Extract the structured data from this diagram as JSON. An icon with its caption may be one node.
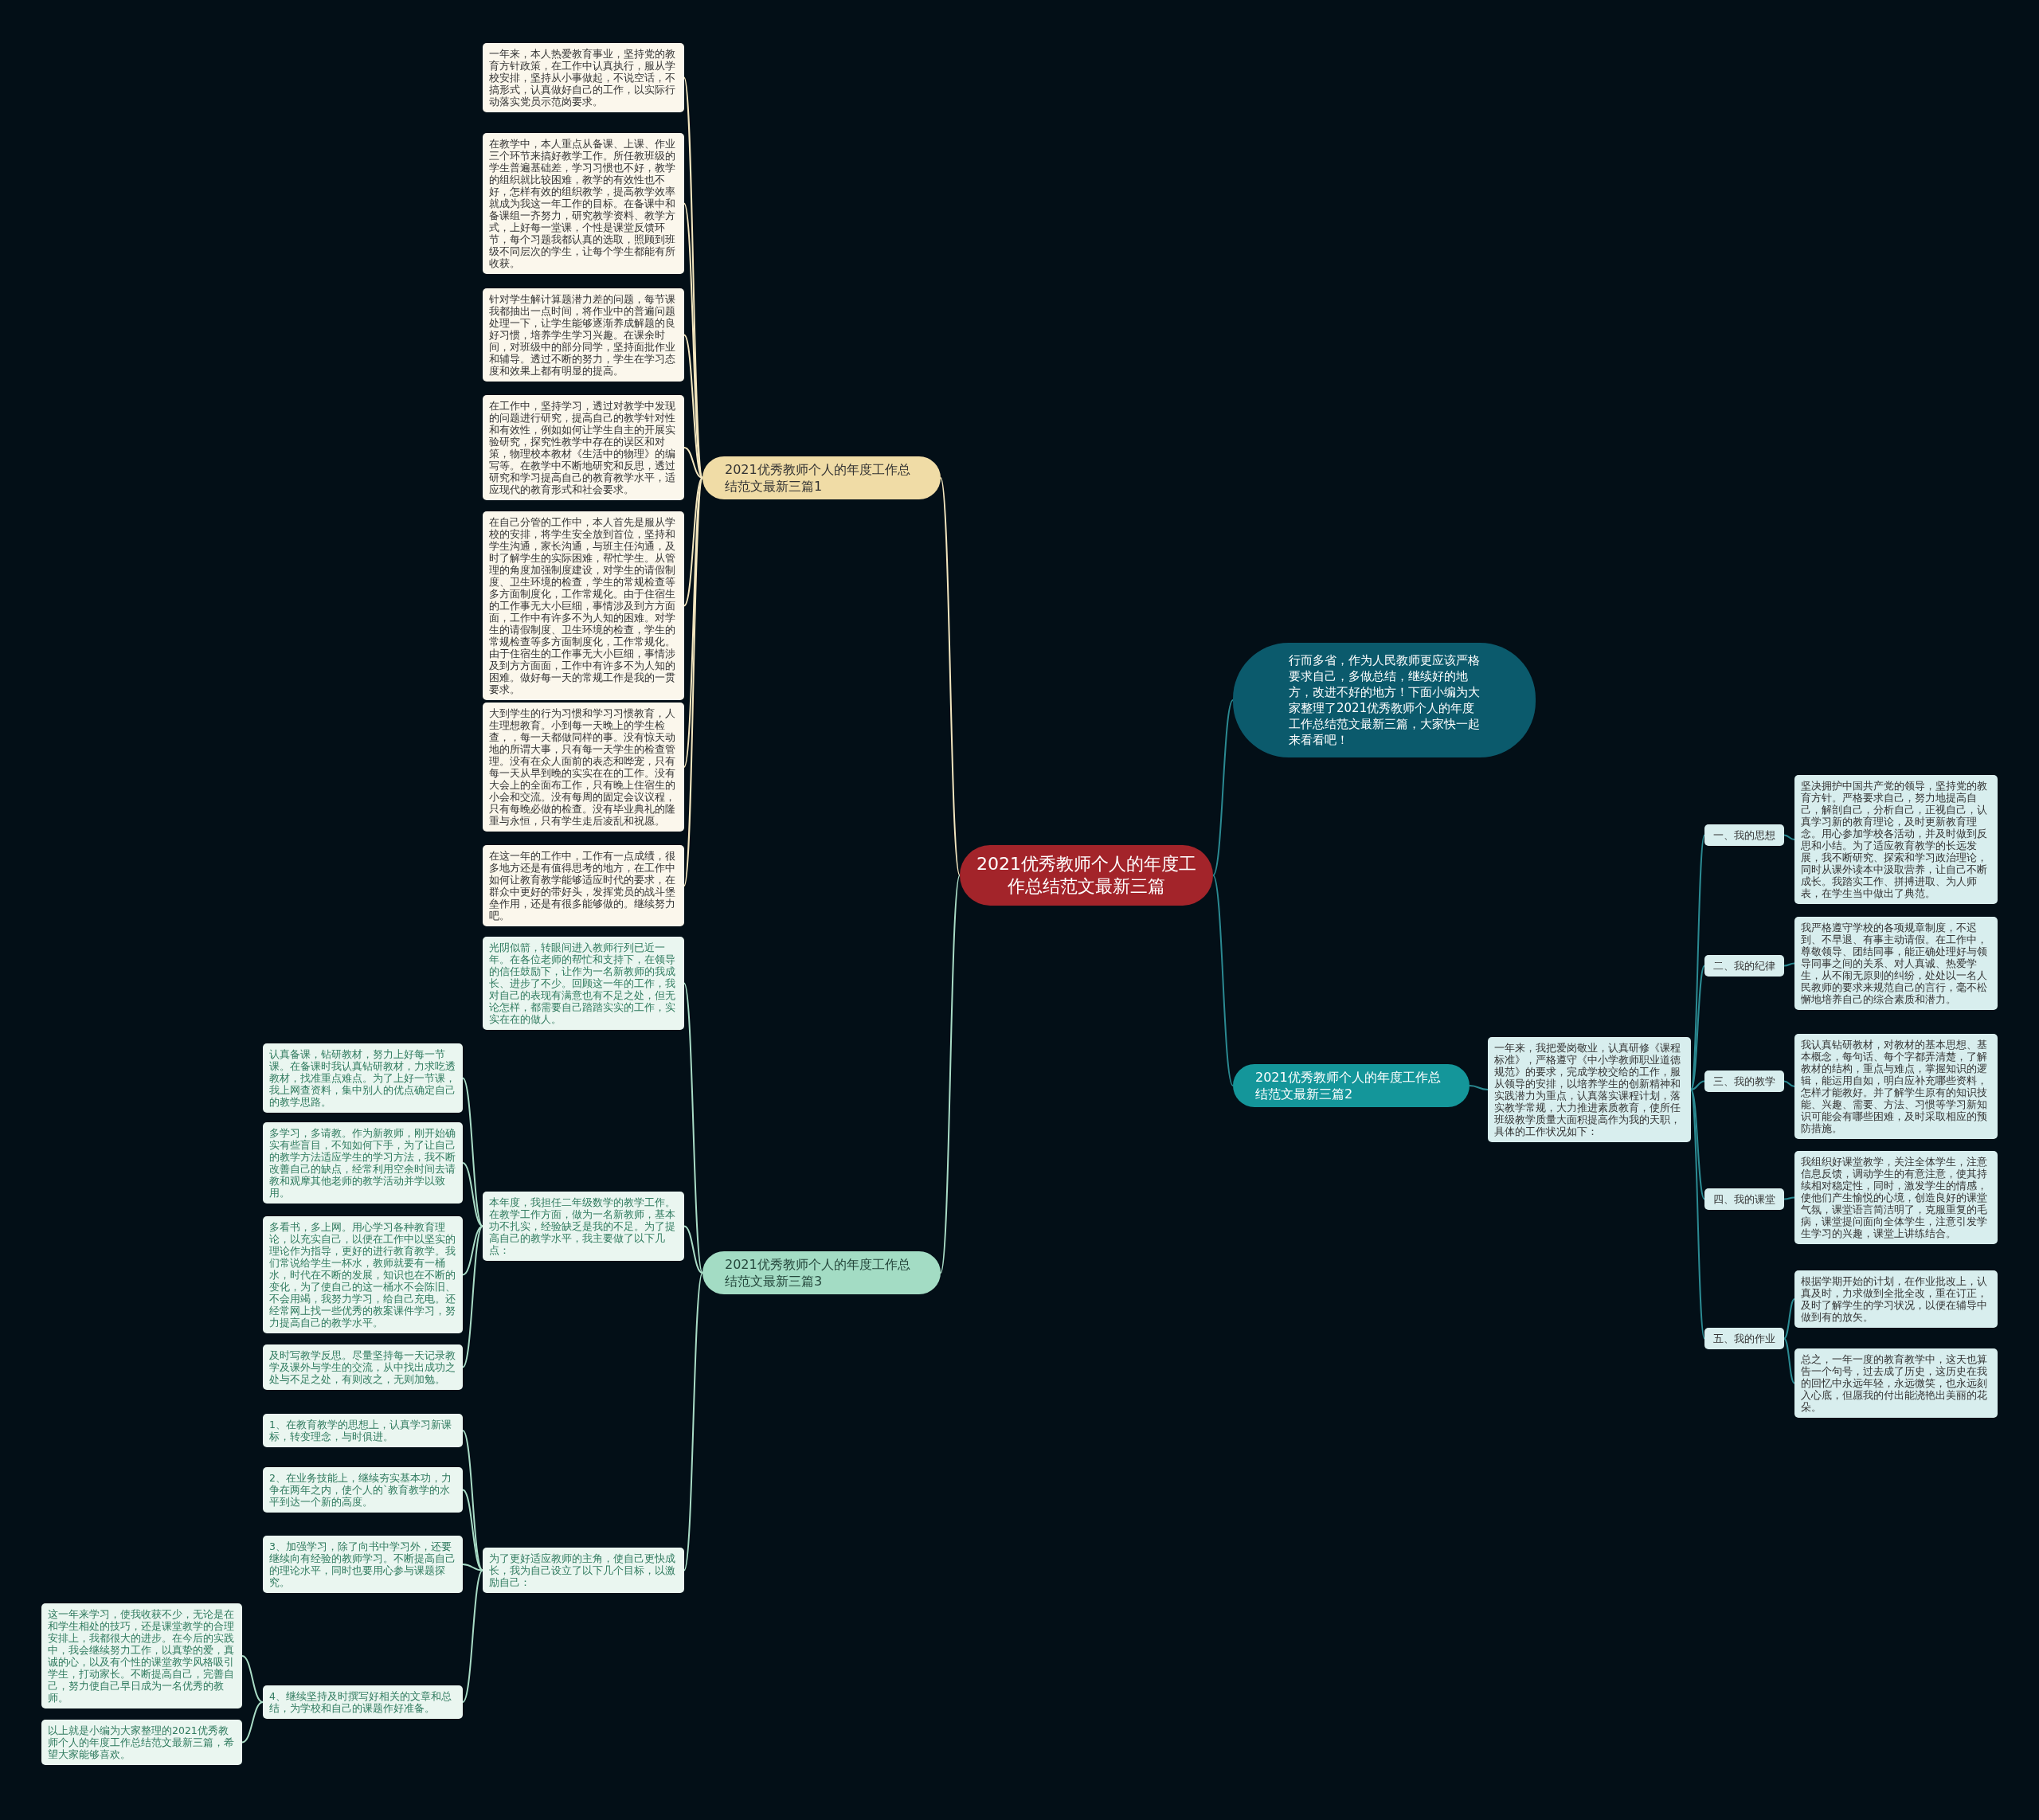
{
  "diagram": {
    "nodes": [
      {
        "text": [
          "2021优秀教师个人的年度工作总结范文最新三篇"
        ]
      },
      {
        "text": [
          "行而多省，作为人民教师更应该严格要求自己，多做总结，继续好的地方，改进不好的地方！下面小编为大家整理了2021优秀教师个人的年度工作总结范文最新三篇，大家快一起来看看吧！"
        ]
      },
      {
        "text": [
          "2021优秀教师个人的年度工作总结范文最新三篇1"
        ]
      },
      {
        "text": [
          "一年来，本人热爱教育事业，坚持党的教育方针政策，在工作中认真执行，服从学校安排，坚持从小事做起，不说空话，不搞形式，认真做好自己的工作，以实际行动落实党员示范岗要求。"
        ]
      },
      {
        "text": [
          "在教学中，本人重点从备课、上课、作业三个环节来搞好教学工作。所任教班级的学生普遍基础差，学习习惯也不好，教学的组织就比较困难，教学的有效性也不好，怎样有效的组织教学，提高教学效率就成为我这一年工作的目标。在备课中和备课组一齐努力，研究教学资料、教学方式，上好每一堂课，个性是课堂反馈环节，每个习题我都认真的选取，照顾到班级不同层次的学生，让每个学生都能有所收获。"
        ]
      },
      {
        "text": [
          "针对学生解计算题潜力差的问题，每节课我都抽出一点时间，将作业中的普遍问题处理一下，让学生能够逐渐养成解题的良好习惯，培养学生学习兴趣。在课余时间，对班级中的部分同学，坚持面批作业和辅导。透过不断的努力，学生在学习态度和效果上都有明显的提高。"
        ]
      },
      {
        "text": [
          "在工作中，坚持学习，透过对教学中发现的问题进行研究，提高自己的教学针对性和有效性，例如如何让学生自主的开展实验研究，探究性教学中存在的误区和对策，物理校本教材《生活中的物理》的编写等。在教学中不断地研究和反思，透过研究和学习提高自己的教育教学水平，适应现代的教育形式和社会要求。"
        ]
      },
      {
        "text": [
          "在自己分管的工作中，本人首先是服从学校的安排，将学生安全放到首位，坚持和学生沟通，家长沟通，与班主任沟通，及时了解学生的实际困难，帮忙学生。从管理的角度加强制度建设，对学生的请假制度、卫生环境的检查，学生的常规检查等多方面制度化，工作常规化。由于住宿生的工作事无大小巨细，事情涉及到方方面面，工作中有许多不为人知的困难。对学生的请假制度、卫生环境的检查，学生的常规检查等多方面制度化，工作常规化。由于住宿生的工作事无大小巨细，事情涉及到方方面面，工作中有许多不为人知的困难。做好每一天的常规工作是我的一贯要求。"
        ]
      },
      {
        "text": [
          "大到学生的行为习惯和学习习惯教育，人生理想教育。小到每一天晚上的学生检查，，每一天都做同样的事。没有惊天动地的所谓大事，只有每一天学生的检查管理。没有在众人面前的表态和哗宠，只有每一天从早到晚的实实在在的工作。没有大会上的全面布工作，只有晚上住宿生的小会和交流。没有每周的固定会议议程，只有每晚必做的检查。没有毕业典礼的隆重与永恒，只有学生走后凌乱和祝愿。"
        ]
      },
      {
        "text": [
          "在这一年的工作中，工作有一点成绩，很多地方还是有值得思考的地方，在工作中如何让教育教学能够适应时代的要求，在群众中更好的带好头，发挥党员的战斗堡垒作用，还是有很多能够做的。继续努力吧。"
        ]
      },
      {
        "text": [
          "2021优秀教师个人的年度工作总结范文最新三篇2"
        ]
      },
      {
        "text": [
          "一年来，我把爱岗敬业，认真研修《课程标准》，严格遵守《中小学教师职业道德规范》的要求，完成学校交给的工作，服从领导的安排，以培养学生的创新精神和实践潜力为重点，认真落实课程计划，落实教学常规，大力推进素质教育，使所任班级教学质量大面积提高作为我的天职，具体的工作状况如下："
        ]
      },
      {
        "text": [
          "一、我的思想"
        ]
      },
      {
        "text": [
          "坚决拥护中国共产党的领导，坚持党的教育方针。严格要求自己，努力地提高自己，解剖自己，分析自己，正视自己，认真学习新的教育理论，及时更新教育理念。用心参加学校各活动，并及时做到反思和小结。为了适应教育教学的长远发展，我不断研究、探索和学习政治理论，同时从课外读本中汲取营养，让自己不断成长。我踏实工作、拼搏进取、为人师表，在学生当中做出了典范。"
        ]
      },
      {
        "text": [
          "二、我的纪律"
        ]
      },
      {
        "text": [
          "我严格遵守学校的各项规章制度，不迟到、不早退、有事主动请假。在工作中，尊敬领导、团结同事，能正确处理好与领导同事之间的关系、对人真诚、热爱学生，从不闹无原则的纠纷，处处以一名人民教师的要求来规范自己的言行，毫不松懈地培养自己的综合素质和潜力。"
        ]
      },
      {
        "text": [
          "三、我的教学"
        ]
      },
      {
        "text": [
          "我认真钻研教材，对教材的基本思想、基本概念，每句话、每个字都弄清楚，了解教材的结构，重点与难点，掌握知识的逻辑，能运用自如，明白应补充哪些资料，怎样才能教好。并了解学生原有的知识技能、兴趣、需要、方法、习惯等学习新知识可能会有哪些困难，及时采取相应的预防措施。"
        ]
      },
      {
        "text": [
          "四、我的课堂"
        ]
      },
      {
        "text": [
          "我组织好课堂教学，关注全体学生，注意信息反馈，调动学生的有意注意，使其持续相对稳定性，同时，激发学生的情感，使他们产生愉悦的心境，创造良好的课堂气氛，课堂语言简洁明了，克服重复的毛病，课堂提问面向全体学生，注意引发学生学习的兴趣，课堂上讲练结合。"
        ]
      },
      {
        "text": [
          "五、我的作业"
        ]
      },
      {
        "text": [
          "根据学期开始的计划，在作业批改上，认真及时，力求做到全批全改，重在订正，及时了解学生的学习状况，以便在辅导中做到有的放矢。"
        ]
      },
      {
        "text": [
          "总之，一年一度的教育教学中，这天也算告一个句号，过去成了历史，这历史在我的回忆中永远年轻，永远微笑，也永远刻入心底，但愿我的付出能浇艳出美丽的花朵。"
        ]
      },
      {
        "text": [
          "2021优秀教师个人的年度工作总结范文最新三篇3"
        ]
      },
      {
        "text": [
          "光阴似箭，转眼间进入教师行列已近一年。在各位老师的帮忙和支持下，在领导的信任鼓励下，让作为一名新教师的我成长、进步了不少。回顾这一年的工作，我对自己的表现有满意也有不足之处，但无论怎样，都需要自己踏踏实实的工作，实实在在的做人。"
        ]
      },
      {
        "text": [
          "本年度，我担任二年级数学的教学工作。在教学工作方面，做为一名新教师，基本功不扎实，经验缺乏是我的不足。为了提高自己的教学水平，我主要做了以下几点："
        ]
      },
      {
        "text": [
          "认真备课，钻研教材，努力上好每一节课。在备课时我认真钻研教材，力求吃透教材，找准重点难点。为了上好一节课，我上网查资料，集中别人的优点确定自己的教学思路。"
        ]
      },
      {
        "text": [
          "多学习，多请教。作为新教师，刚开始确实有些盲目，不知如何下手，为了让自己的教学方法适应学生的学习方法，我不断改善自己的缺点，经常利用空余时间去请教和观摩其他老师的教学活动并学以致用。"
        ]
      },
      {
        "text": [
          "多看书，多上网。用心学习各种教育理论，以充实自己，以便在工作中以坚实的理论作为指导，更好的进行教育教学。我们常说给学生一杯水，教师就要有一桶水，时代在不断的发展，知识也在不断的变化，为了使自己的这一桶水不会陈旧、不会用竭，我努力学习，给自己充电。还经常网上找一些优秀的教案课件学习，努力提高自己的教学水平。"
        ]
      },
      {
        "text": [
          "及时写教学反思。尽量坚持每一天记录教学及课外与学生的交流，从中找出成功之处与不足之处，有则改之，无则加勉。"
        ]
      },
      {
        "text": [
          "为了更好适应教师的主角，使自己更快成长，我为自己设立了以下几个目标，以激励自己："
        ]
      },
      {
        "text": [
          "1、在教育教学的思想上，认真学习新课标，转变理念，与时俱进。"
        ]
      },
      {
        "text": [
          "2、在业务技能上，继续夯实基本功，力争在两年之内，使个人的`教育教学的水平到达一个新的高度。"
        ]
      },
      {
        "text": [
          "3、加强学习，除了向书中学习外，还要继续向有经验的教师学习。不断提高自己的理论水平，同时也要用心参与课题探究。"
        ]
      },
      {
        "text": [
          "4、继续坚持及时撰写好相关的文章和总结，为学校和自己的课题作好准备。"
        ]
      },
      {
        "text": [
          "这一年来学习，使我收获不少，无论是在和学生相处的技巧，还是课堂教学的合理安排上，我都很大的进步。在今后的实践中，我会继续努力工作，以真挚的爱，真诚的心，以及有个性的课堂教学风格吸引学生，打动家长。不断提高自己，完善自己，努力使自己早日成为一名优秀的教师。"
        ]
      },
      {
        "text": [
          "以上就是小编为大家整理的2021优秀教师个人的年度工作总结范文最新三篇，希望大家能够喜欢。"
        ]
      }
    ],
    "edges": [
      {
        "from": 0,
        "to": 1,
        "arrow": "none",
        "color": "#2b8a92"
      },
      {
        "from": 0,
        "to": 2,
        "arrow": "none",
        "color": "#f3e6bf"
      },
      {
        "from": 0,
        "to": 10,
        "arrow": "none",
        "color": "#2b8a92"
      },
      {
        "from": 0,
        "to": 23,
        "arrow": "none",
        "color": "#a9dcc6"
      },
      {
        "from": 2,
        "to": 3,
        "arrow": "none",
        "color": "#f3e6bf"
      },
      {
        "from": 2,
        "to": 4,
        "arrow": "none",
        "color": "#f3e6bf"
      },
      {
        "from": 2,
        "to": 5,
        "arrow": "none",
        "color": "#f3e6bf"
      },
      {
        "from": 2,
        "to": 6,
        "arrow": "none",
        "color": "#f3e6bf"
      },
      {
        "from": 2,
        "to": 7,
        "arrow": "none",
        "color": "#f3e6bf"
      },
      {
        "from": 2,
        "to": 8,
        "arrow": "none",
        "color": "#f3e6bf"
      },
      {
        "from": 2,
        "to": 9,
        "arrow": "none",
        "color": "#f3e6bf"
      },
      {
        "from": 10,
        "to": 11,
        "arrow": "none",
        "color": "#2b8a92"
      },
      {
        "from": 11,
        "to": 12,
        "arrow": "none",
        "color": "#2b8a92"
      },
      {
        "from": 11,
        "to": 14,
        "arrow": "none",
        "color": "#2b8a92"
      },
      {
        "from": 11,
        "to": 16,
        "arrow": "none",
        "color": "#2b8a92"
      },
      {
        "from": 11,
        "to": 18,
        "arrow": "none",
        "color": "#2b8a92"
      },
      {
        "from": 11,
        "to": 20,
        "arrow": "none",
        "color": "#2b8a92"
      },
      {
        "from": 12,
        "to": 13,
        "arrow": "none",
        "color": "#2b8a92"
      },
      {
        "from": 14,
        "to": 15,
        "arrow": "none",
        "color": "#2b8a92"
      },
      {
        "from": 16,
        "to": 17,
        "arrow": "none",
        "color": "#2b8a92"
      },
      {
        "from": 18,
        "to": 19,
        "arrow": "none",
        "color": "#2b8a92"
      },
      {
        "from": 20,
        "to": 21,
        "arrow": "none",
        "color": "#2b8a92"
      },
      {
        "from": 20,
        "to": 22,
        "arrow": "none",
        "color": "#2b8a92"
      },
      {
        "from": 23,
        "to": 24,
        "arrow": "none",
        "color": "#a9dcc6"
      },
      {
        "from": 23,
        "to": 25,
        "arrow": "none",
        "color": "#a9dcc6"
      },
      {
        "from": 23,
        "to": 30,
        "arrow": "none",
        "color": "#a9dcc6"
      },
      {
        "from": 25,
        "to": 26,
        "arrow": "none",
        "color": "#a9dcc6"
      },
      {
        "from": 25,
        "to": 27,
        "arrow": "none",
        "color": "#a9dcc6"
      },
      {
        "from": 25,
        "to": 28,
        "arrow": "none",
        "color": "#a9dcc6"
      },
      {
        "from": 25,
        "to": 29,
        "arrow": "none",
        "color": "#a9dcc6"
      },
      {
        "from": 30,
        "to": 31,
        "arrow": "none",
        "color": "#a9dcc6"
      },
      {
        "from": 30,
        "to": 32,
        "arrow": "none",
        "color": "#a9dcc6"
      },
      {
        "from": 30,
        "to": 33,
        "arrow": "none",
        "color": "#a9dcc6"
      },
      {
        "from": 30,
        "to": 34,
        "arrow": "none",
        "color": "#a9dcc6"
      },
      {
        "from": 34,
        "to": 35,
        "arrow": "none",
        "color": "#a9dcc6"
      },
      {
        "from": 34,
        "to": 36,
        "arrow": "none",
        "color": "#a9dcc6"
      }
    ]
  }
}
